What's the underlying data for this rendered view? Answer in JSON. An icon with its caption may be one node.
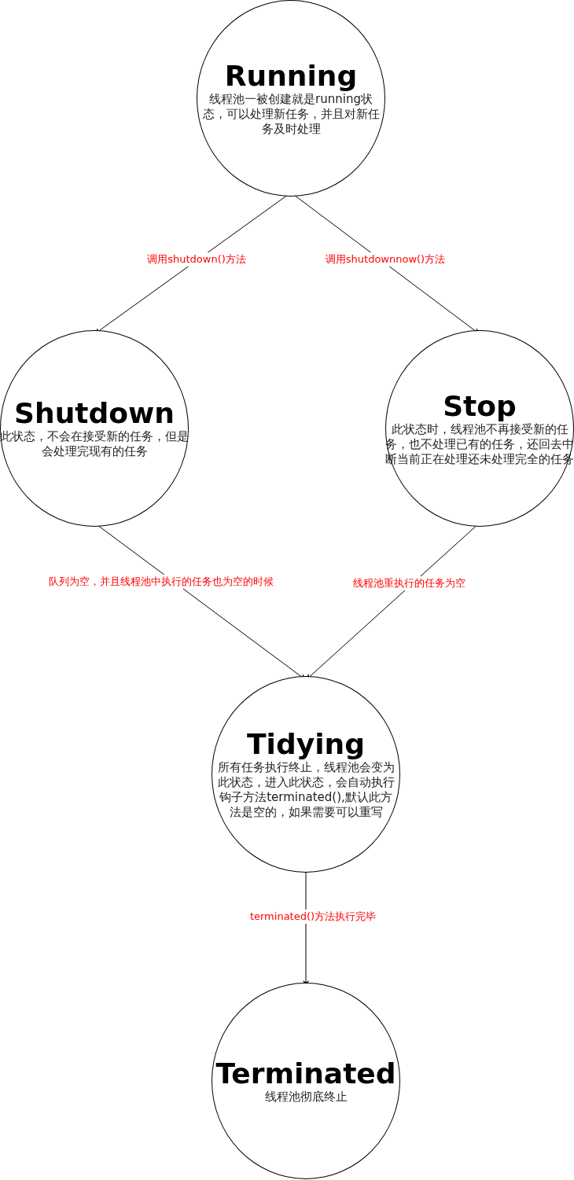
{
  "diagram": {
    "nodes": [
      {
        "text": [
          "Running",
          "线程池一被创建就是running状态，可以处理新任务，并且对新任务及时处理"
        ]
      },
      {
        "text": [
          "Shutdown",
          "此状态，不会在接受新的任务，但是会处理完现有的任务"
        ]
      },
      {
        "text": [
          "Stop",
          "此状态时，线程池不再接受新的任务，也不处理已有的任务，还回去中断当前正在处理还未处理完全的任务"
        ]
      },
      {
        "text": [
          "Tidying",
          "所有任务执行终止，线程池会变为此状态，进入此状态，会自动执行钩子方法terminated(),默认此方法是空的，如果需要可以重写"
        ]
      },
      {
        "text": [
          "Terminated",
          "线程池彻底终止"
        ]
      }
    ],
    "edges": [
      {
        "from": 0,
        "to": 1,
        "arrow": "to",
        "label": "调用shutdown()方法"
      },
      {
        "from": 0,
        "to": 2,
        "arrow": "to",
        "label": "调用shutdownnow()方法"
      },
      {
        "from": 1,
        "to": 3,
        "arrow": "to",
        "label": "队列为空，并且线程池中执行的任务也为空的时候"
      },
      {
        "from": 2,
        "to": 3,
        "arrow": "to",
        "label": "线程池重执行的任务为空"
      },
      {
        "from": 3,
        "to": 4,
        "arrow": "to",
        "label": "terminated()方法执行完毕"
      }
    ]
  }
}
